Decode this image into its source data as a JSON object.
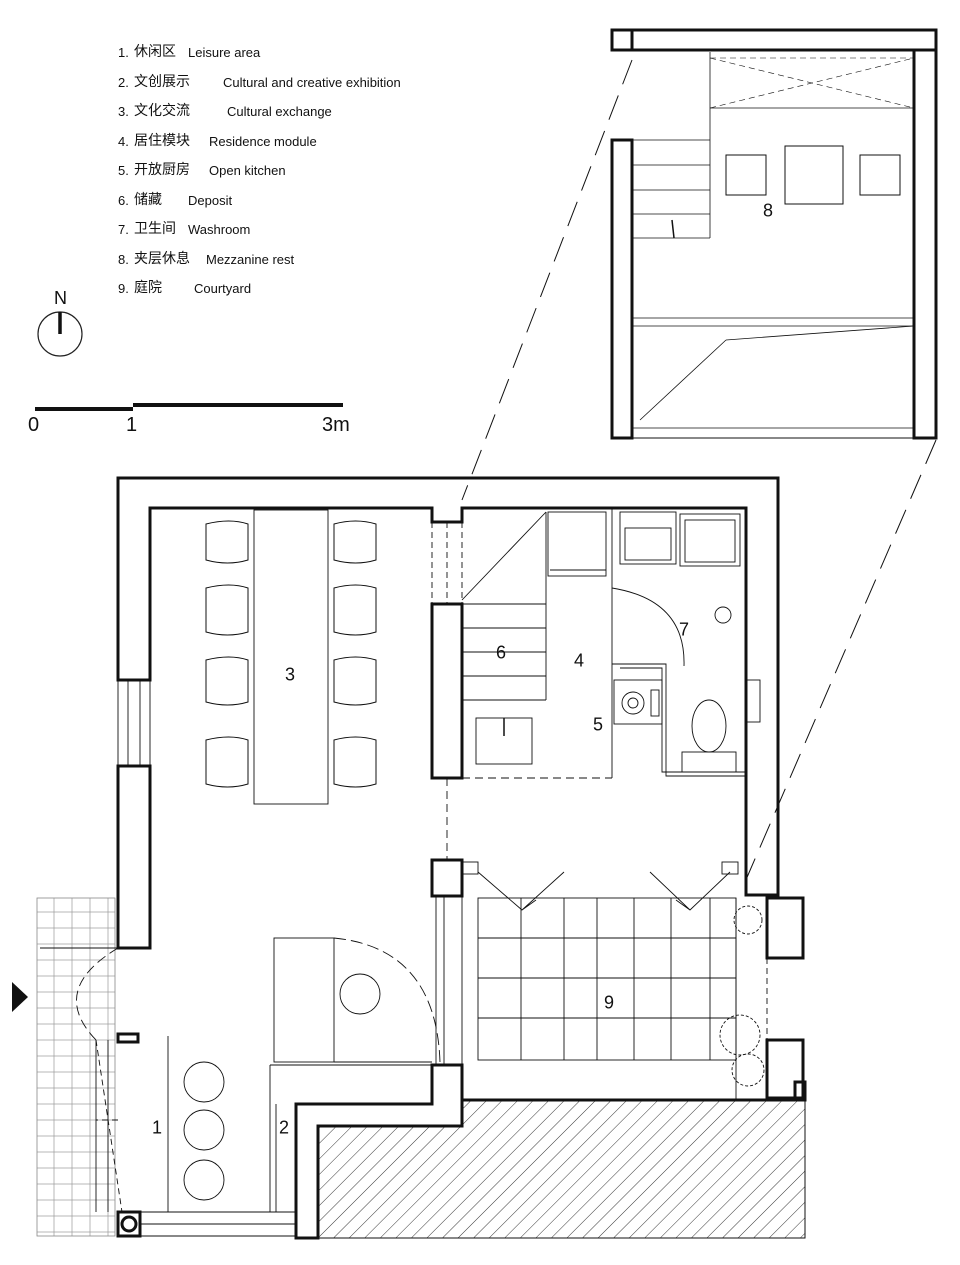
{
  "legend": [
    {
      "num": "1.",
      "zh": "休闲区",
      "en": "Leisure area"
    },
    {
      "num": "2.",
      "zh": "文创展示",
      "en": "Cultural and creative exhibition"
    },
    {
      "num": "3.",
      "zh": "文化交流",
      "en": "Cultural exchange"
    },
    {
      "num": "4.",
      "zh": "居住模块",
      "en": "Residence module"
    },
    {
      "num": "5.",
      "zh": "开放厨房",
      "en": "Open kitchen"
    },
    {
      "num": "6.",
      "zh": "储藏",
      "en": "Deposit"
    },
    {
      "num": "7.",
      "zh": "卫生间",
      "en": "Washroom"
    },
    {
      "num": "8.",
      "zh": "夹层休息",
      "en": "Mezzanine rest"
    },
    {
      "num": "9.",
      "zh": "庭院",
      "en": "Courtyard"
    }
  ],
  "north": "N",
  "scale": {
    "labels": [
      "0",
      "1",
      "3m"
    ]
  },
  "rooms": {
    "r1": "1",
    "r2": "2",
    "r3": "3",
    "r4": "4",
    "r5": "5",
    "r6": "6",
    "r7": "7",
    "r8": "8",
    "r9": "9"
  }
}
